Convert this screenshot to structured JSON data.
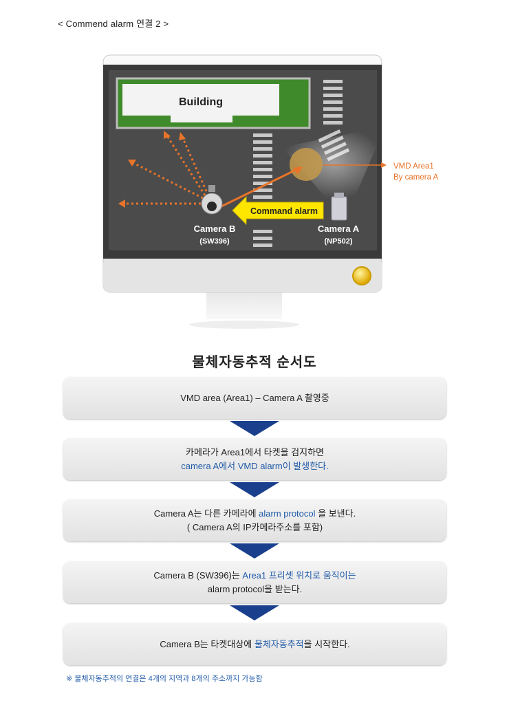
{
  "header": {
    "title": "< Commend  alarm 연결 2 >"
  },
  "scene": {
    "building_label": "Building",
    "command_alarm_label": "Command alarm",
    "camera_b": {
      "name": "Camera B",
      "model": "(SW396)"
    },
    "camera_a": {
      "name": "Camera A",
      "model": "(NP502)"
    },
    "vmd_callout": {
      "line1": "VMD Area1",
      "line2": "By camera A"
    },
    "colors": {
      "accent_orange": "#e8742a",
      "arrow_yellow": "#ffe600",
      "step_blue": "#1f5aa8",
      "arrow_navy": "#1a3f8c"
    }
  },
  "flow": {
    "title": "물체자동추적 순서도",
    "steps": [
      {
        "parts": [
          "VMD area (Area1) – Camera  A 촬영중"
        ]
      },
      {
        "line1": "카메라가 Area1에서 타켓을 검지하면",
        "line2": "camera  A에서 VMD alarm이 발생한다."
      },
      {
        "a": "Camera  A는 다른 카메라에 ",
        "b": "alarm protocol",
        "c": " 을 보낸다.",
        "line2": "( Camera  A의 IP카메라주소를 포함)"
      },
      {
        "a": "Camera  B (SW396)는 ",
        "b": "Area1 프리셋 위치로 움직이는",
        "line2": "alarm  protocol을 받는다."
      },
      {
        "a": "Camera  B는 타켓대상에 ",
        "b": "물체자동추적",
        "c": "을 시작한다."
      }
    ],
    "note": "※ 물체자동추적의 연결은 4개의 지역과 8개의 주소까지 가능함"
  }
}
